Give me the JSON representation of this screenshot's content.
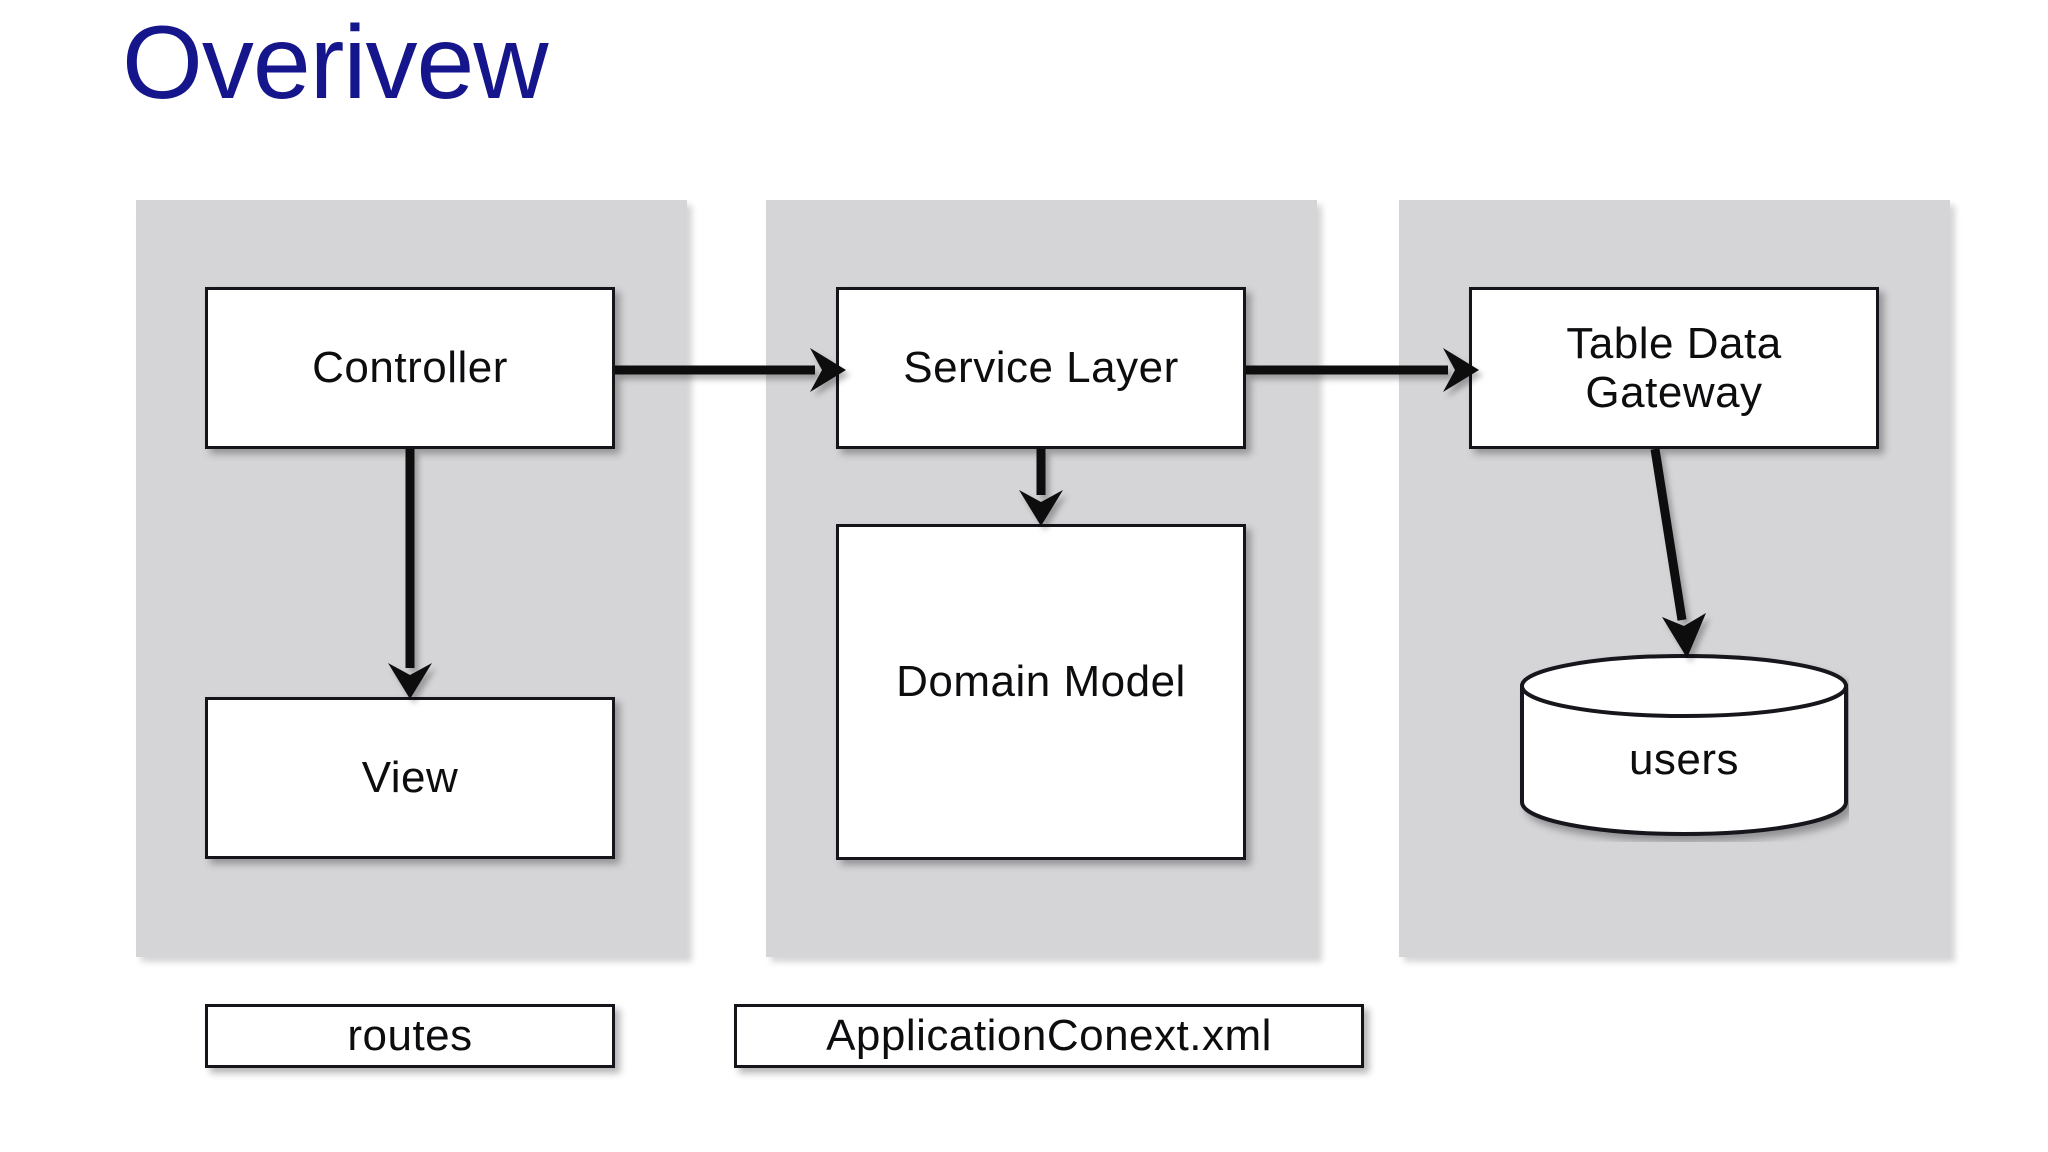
{
  "slide": {
    "title": "Overivew",
    "title_color": "#16168c",
    "background": "#ffffff"
  },
  "lanes": [
    {
      "id": "presentation",
      "name": "presentation-lane",
      "fill": "#d5d4d7"
    },
    {
      "id": "service",
      "name": "service-lane",
      "fill": "#d5d4d7"
    },
    {
      "id": "data",
      "name": "data-lane",
      "fill": "#d5d4d7"
    }
  ],
  "nodes": {
    "controller": {
      "label": "Controller",
      "shape": "rectangle"
    },
    "view": {
      "label": "View",
      "shape": "rectangle"
    },
    "service_layer": {
      "label": "Service Layer",
      "shape": "rectangle"
    },
    "domain_model": {
      "label": "Domain Model",
      "shape": "rectangle"
    },
    "table_data_gateway": {
      "label": "Table Data\nGateway",
      "line1": "Table Data",
      "line2": "Gateway",
      "shape": "rectangle"
    },
    "users_db": {
      "label": "users",
      "shape": "cylinder"
    }
  },
  "config_boxes": [
    {
      "label": "routes",
      "name": "routes-config-box"
    },
    {
      "label": "ApplicationConext.xml",
      "name": "application-context-config-box"
    }
  ],
  "edges": [
    {
      "name": "controller-to-service-layer",
      "from": "controller",
      "to": "service_layer",
      "direction": "right",
      "arrowhead": "solid-triangle"
    },
    {
      "name": "service-layer-to-table-data-gateway",
      "from": "service_layer",
      "to": "table_data_gateway",
      "direction": "right",
      "arrowhead": "solid-triangle"
    },
    {
      "name": "controller-to-view",
      "from": "controller",
      "to": "view",
      "direction": "down",
      "arrowhead": "solid-triangle"
    },
    {
      "name": "service-layer-to-domain-model",
      "from": "service_layer",
      "to": "domain_model",
      "direction": "down",
      "arrowhead": "solid-triangle"
    },
    {
      "name": "table-data-gateway-to-users-db",
      "from": "table_data_gateway",
      "to": "users_db",
      "direction": "down",
      "arrowhead": "solid-triangle"
    }
  ],
  "style": {
    "node_border": "#14141a",
    "node_fill": "#ffffff",
    "edge_color": "#0c0c10",
    "lane_fill": "#d5d4d7",
    "text_color": "#0d0d10"
  }
}
